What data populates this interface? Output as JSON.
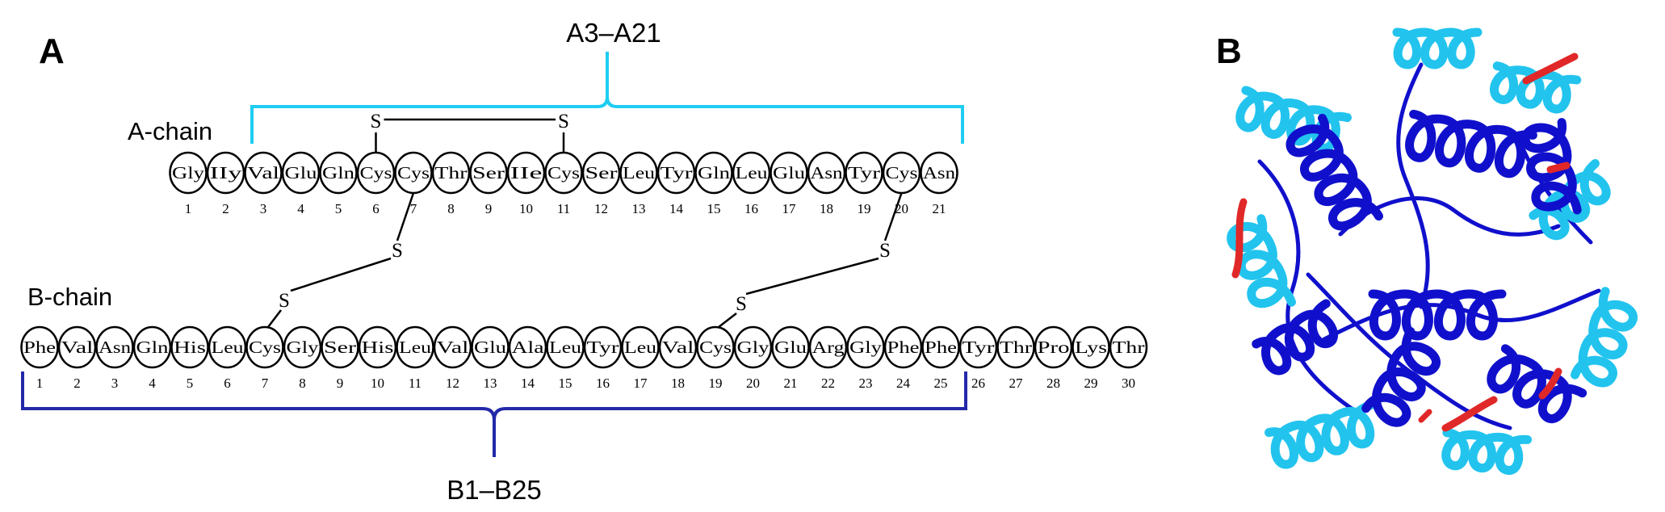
{
  "panels": {
    "a_label": "A",
    "b_label": "B"
  },
  "colors": {
    "cyan": "#1ecdf2",
    "blue": "#2329a8",
    "ribbon_blue": "#1010cc",
    "ribbon_cyan": "#22c4ee",
    "ribbon_red": "#e02828"
  },
  "a_chain": {
    "label": "A-chain",
    "residues": [
      "Gly",
      "IIy",
      "Val",
      "Glu",
      "Gln",
      "Cys",
      "Cys",
      "Thr",
      "Ser",
      "IIe",
      "Cys",
      "Ser",
      "Leu",
      "Tyr",
      "Gln",
      "Leu",
      "Glu",
      "Asn",
      "Tyr",
      "Cys",
      "Asn"
    ],
    "numbers": [
      "1",
      "2",
      "3",
      "4",
      "5",
      "6",
      "7",
      "8",
      "9",
      "10",
      "11",
      "12",
      "13",
      "14",
      "15",
      "16",
      "17",
      "18",
      "19",
      "20",
      "21"
    ],
    "bracket_label": "A3–A21"
  },
  "b_chain": {
    "label": "B-chain",
    "residues": [
      "Phe",
      "Val",
      "Asn",
      "Gln",
      "His",
      "Leu",
      "Cys",
      "Gly",
      "Ser",
      "His",
      "Leu",
      "Val",
      "Glu",
      "Ala",
      "Leu",
      "Tyr",
      "Leu",
      "Val",
      "Cys",
      "Gly",
      "Glu",
      "Arg",
      "Gly",
      "Phe",
      "Phe",
      "Tyr",
      "Thr",
      "Pro",
      "Lys",
      "Thr"
    ],
    "numbers": [
      "1",
      "2",
      "3",
      "4",
      "5",
      "6",
      "7",
      "8",
      "9",
      "10",
      "11",
      "12",
      "13",
      "14",
      "15",
      "16",
      "17",
      "18",
      "19",
      "20",
      "21",
      "22",
      "23",
      "24",
      "25",
      "26",
      "27",
      "28",
      "29",
      "30"
    ],
    "bracket_label": "B1–B25"
  },
  "disulfide": {
    "sulfur_symbol": "S"
  }
}
